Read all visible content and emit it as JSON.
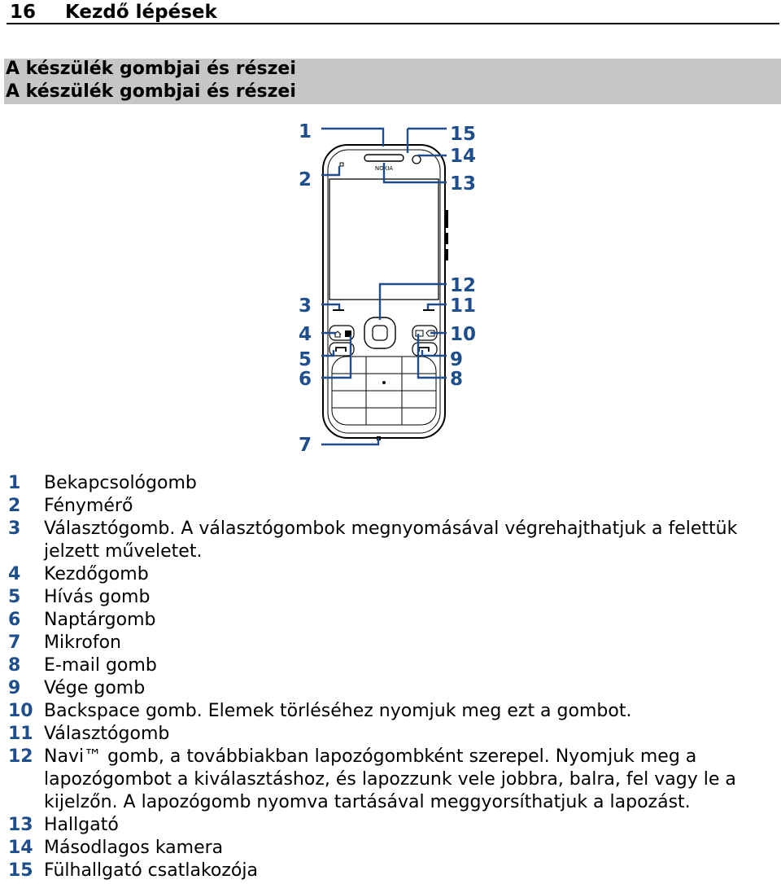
{
  "header": {
    "page_number": "16",
    "title": "Kezdő lépések"
  },
  "section": {
    "line1": "A készülék gombjai és részei",
    "line2": "A készülék gombjai és részei"
  },
  "callouts": {
    "c1": "1",
    "c2": "2",
    "c3": "3",
    "c4": "4",
    "c5": "5",
    "c6": "6",
    "c7": "7",
    "c8": "8",
    "c9": "9",
    "c10": "10",
    "c11": "11",
    "c12": "12",
    "c13": "13",
    "c14": "14",
    "c15": "15"
  },
  "phone_brand": "NOKIA",
  "legend": [
    {
      "num": "1",
      "text": "Bekapcsológomb"
    },
    {
      "num": "2",
      "text": "Fénymérő"
    },
    {
      "num": "3",
      "text": "Választógomb. A választógombok megnyomásával végrehajthatjuk a felettük jelzett műveletet."
    },
    {
      "num": "4",
      "text": "Kezdőgomb"
    },
    {
      "num": "5",
      "text": "Hívás gomb"
    },
    {
      "num": "6",
      "text": "Naptárgomb"
    },
    {
      "num": "7",
      "text": "Mikrofon"
    },
    {
      "num": "8",
      "text": "E-mail gomb"
    },
    {
      "num": "9",
      "text": "Vége gomb"
    },
    {
      "num": "10",
      "text": "Backspace gomb. Elemek törléséhez nyomjuk meg ezt a gombot."
    },
    {
      "num": "11",
      "text": "Választógomb"
    },
    {
      "num": "12",
      "text": "Navi™ gomb, a továbbiakban lapozógombként szerepel. Nyomjuk meg a lapozógombot a kiválasztáshoz, és lapozzunk vele jobbra, balra, fel vagy le a kijelzőn. A lapozógomb nyomva tartásával meggyorsíthatjuk a lapozást."
    },
    {
      "num": "13",
      "text": "Hallgató"
    },
    {
      "num": "14",
      "text": "Másodlagos kamera"
    },
    {
      "num": "15",
      "text": "Fülhallgató csatlakozója"
    }
  ]
}
